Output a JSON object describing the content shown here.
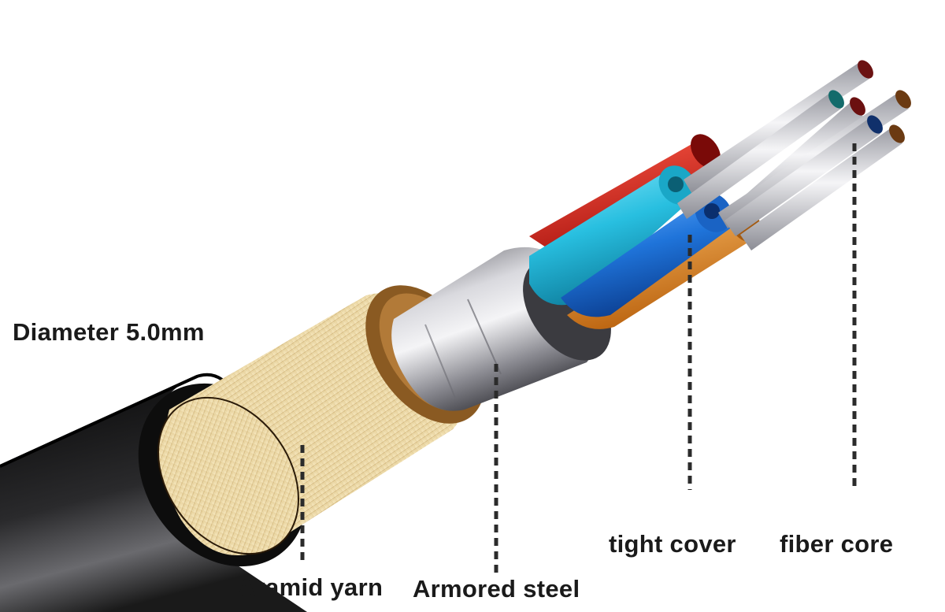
{
  "labels": {
    "diameter": "Diameter 5.0mm",
    "aramid_yarn": "Aramid yarn",
    "armored_steel": "Armored steel",
    "tight_cover": "tight cover",
    "fiber_core": "fiber core"
  },
  "colors": {
    "outer_jacket": "#1c1c1e",
    "aramid": "#efdcaa",
    "aramid_ring": "#8a5a22",
    "steel": "#b9b9bf",
    "red_buffer": "#e2231a",
    "cyan_buffer": "#22b8d8",
    "blue_buffer": "#1e73d6",
    "orange_buffer": "#e08a20",
    "fiber_glass": "#d2d3d8"
  }
}
